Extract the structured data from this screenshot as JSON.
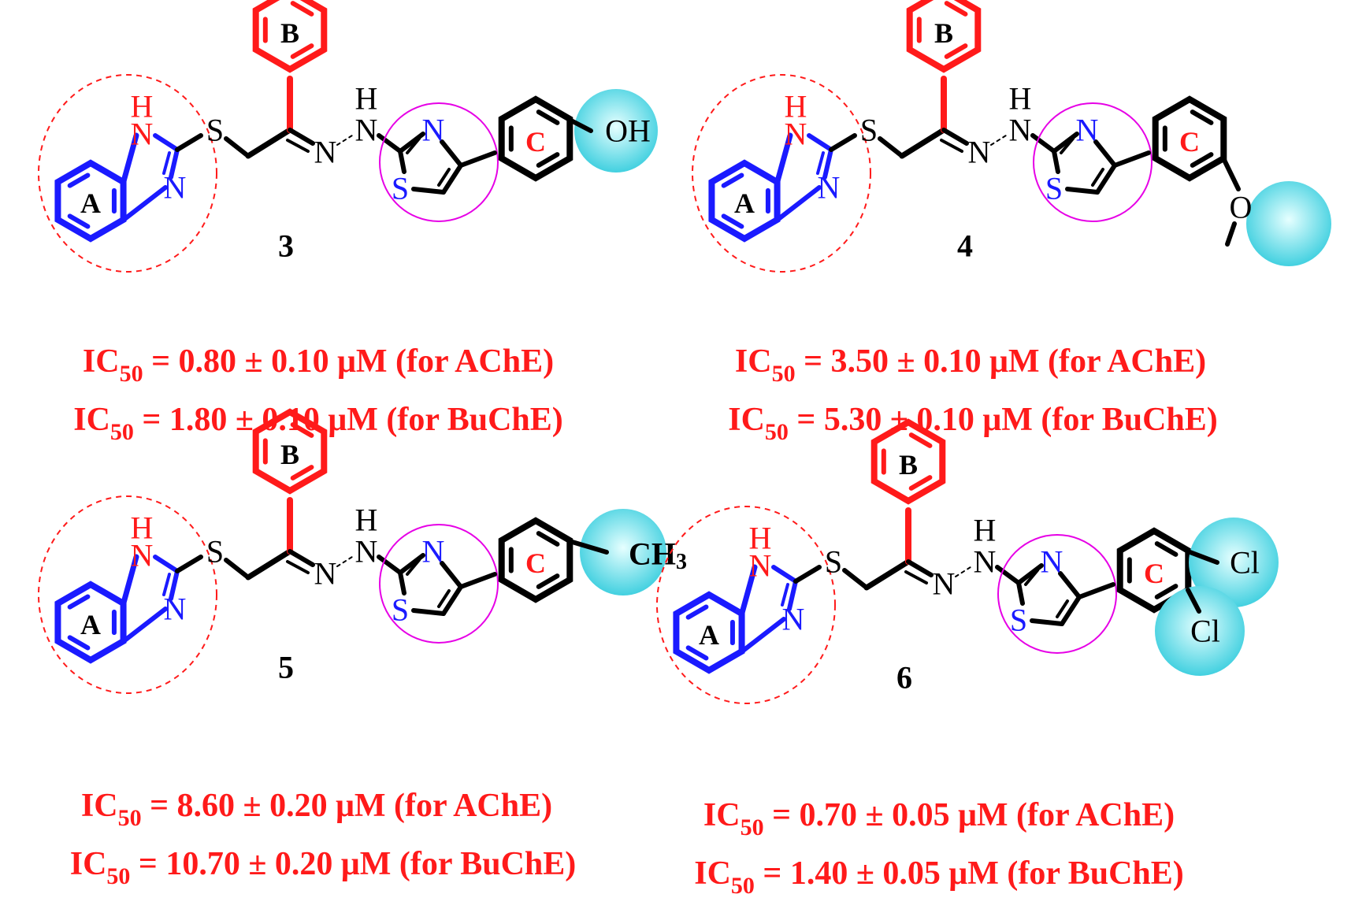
{
  "colors": {
    "ring_a": "#1a1aff",
    "ring_b": "#ff1a1a",
    "linker": "#000000",
    "highlight_circle": "#e600e6",
    "dashed_ellipse": "#ff1a1a",
    "substituent_sphere": "#33ccdd",
    "ic50_text": "#ff1a1a"
  },
  "ring_labels": {
    "a": "A",
    "b": "B",
    "c": "C"
  },
  "atoms": {
    "s": "S",
    "n": "N",
    "h": "H"
  },
  "compounds": [
    {
      "id": "3",
      "substituents": [
        "OH"
      ],
      "ic50": [
        {
          "prefix": "IC",
          "sub": "50",
          "text": " = 0.80 ± 0.10 μM (for AChE)"
        },
        {
          "prefix": "IC",
          "sub": "50",
          "text": " = 1.80 ± 0.10 μM (for BuChE)"
        }
      ]
    },
    {
      "id": "4",
      "substituents": [
        "O"
      ],
      "ic50": [
        {
          "prefix": "IC",
          "sub": "50",
          "text": " = 3.50 ± 0.10 μM (for AChE)"
        },
        {
          "prefix": "IC",
          "sub": "50",
          "text": " = 5.30 ± 0.10 μM (for BuChE)"
        }
      ]
    },
    {
      "id": "5",
      "substituents": [
        "CH",
        "3"
      ],
      "ic50": [
        {
          "prefix": "IC",
          "sub": "50",
          "text": " = 8.60 ± 0.20 μM (for AChE)"
        },
        {
          "prefix": "IC",
          "sub": "50",
          "text": " = 10.70 ± 0.20 μM (for BuChE)"
        }
      ]
    },
    {
      "id": "6",
      "substituents": [
        "Cl",
        "Cl"
      ],
      "ic50": [
        {
          "prefix": "IC",
          "sub": "50",
          "text": " = 0.70 ± 0.05 μM (for AChE)"
        },
        {
          "prefix": "IC",
          "sub": "50",
          "text": " = 1.40 ± 0.05 μM (for BuChE)"
        }
      ]
    }
  ]
}
